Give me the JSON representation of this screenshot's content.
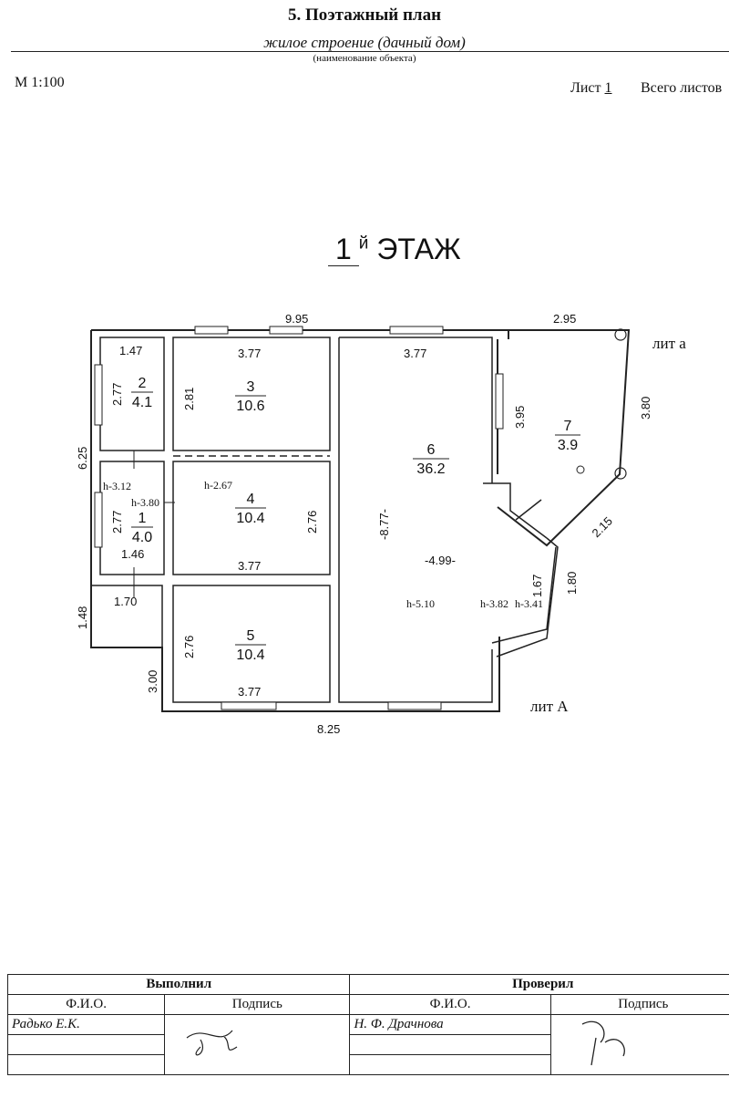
{
  "header": {
    "title": "5. Поэтажный план",
    "object_name": "жилое строение (дачный дом)",
    "object_caption": "(наименование объекта)",
    "scale": "М 1:100",
    "sheet_label": "Лист",
    "sheet_number": "1",
    "total_sheets_label": "Всего листов"
  },
  "floor": {
    "number": "1",
    "suffix": "й",
    "label": "ЭТАЖ"
  },
  "plan": {
    "overall_top": "9.95",
    "overall_bottom": "8.25",
    "overall_left": "6.25",
    "annex_top": "2.95",
    "annex_right": "3.80",
    "annex_diagonal": "2.15",
    "bay_outer": "1.80",
    "porch_left": "1.48",
    "porch_top": "1.70",
    "room5_left": "3.00",
    "letter_annex": "лит а",
    "letter_main": "лит А",
    "rooms": [
      {
        "number": "2",
        "area": "4.1",
        "width": "1.47",
        "length": "2.77"
      },
      {
        "number": "1",
        "area": "4.0",
        "width": "1.46",
        "length": "2.77",
        "height": "h-3.12"
      },
      {
        "number": "3",
        "area": "10.6",
        "width": "3.77",
        "length": "2.81"
      },
      {
        "number": "4",
        "area": "10.4",
        "width": "3.77",
        "length": "2.76",
        "height": "h-2.67"
      },
      {
        "number": "5",
        "area": "10.4",
        "width": "3.77",
        "length": "2.76"
      },
      {
        "number": "6",
        "area": "36.2",
        "width": "3.77",
        "length": "-8.77-",
        "extra": "-4.99-",
        "height": "h-5.10"
      },
      {
        "number": "7",
        "area": "3.9",
        "length": "3.95"
      }
    ],
    "heights": {
      "corridor": "h-3.80",
      "bay_a": "h-3.82",
      "bay_b": "h-3.41"
    },
    "bay_inner": "1.67"
  },
  "signatures": {
    "done_by": "Выполнил",
    "checked_by": "Проверил",
    "fio_label": "Ф.И.О.",
    "sign_label": "Подпись",
    "done_by_name": "Радько Е.К.",
    "checked_by_name": "Н. Ф. Драчнова"
  }
}
